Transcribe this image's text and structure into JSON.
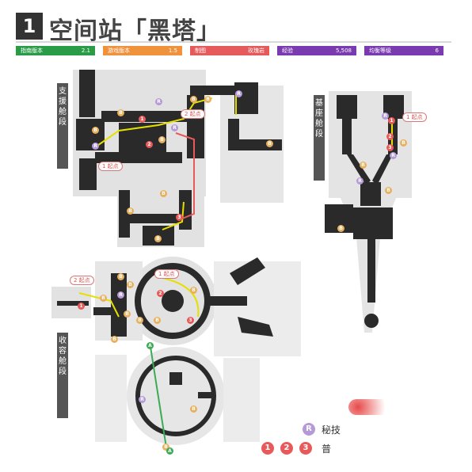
{
  "header": {
    "chapter_number": "1",
    "title": "空间站「黑塔」"
  },
  "info_bar": [
    {
      "label": "指南版本",
      "value": "2.1",
      "color": "#2a9c48"
    },
    {
      "label": "游戏版本",
      "value": "1.5",
      "color": "#f0913c"
    },
    {
      "label": "制图",
      "value": "玫瑰岩",
      "color": "#e55a5a"
    },
    {
      "label": "经验",
      "value": "5,508",
      "color": "#7a3ab0"
    },
    {
      "label": "均衡等级",
      "value": "6",
      "color": "#7a3ab0"
    }
  ],
  "sections": {
    "support": [
      "支",
      "援",
      "舱",
      "段"
    ],
    "base": [
      "基",
      "座",
      "舱",
      "段"
    ],
    "containment": [
      "收",
      "容",
      "舱",
      "段"
    ]
  },
  "markers": {
    "b": "B",
    "r": "R",
    "a": "A",
    "start_label": "起点"
  },
  "start_tags": {
    "support_1": "1 起点",
    "support_2": "2 起点",
    "base_1": "1 起点",
    "contain_1": "1 起点",
    "contain_2": "2 起点"
  },
  "legend": {
    "r_text": "秘技",
    "num_1": "1",
    "num_2": "2",
    "num_3": "3",
    "num_text": "普"
  },
  "colors": {
    "route_yellow": "#e6e000",
    "route_red": "#e85a5a",
    "route_green": "#3caa55",
    "wall": "#2a2a2a",
    "floor": "#d8d8d8"
  }
}
